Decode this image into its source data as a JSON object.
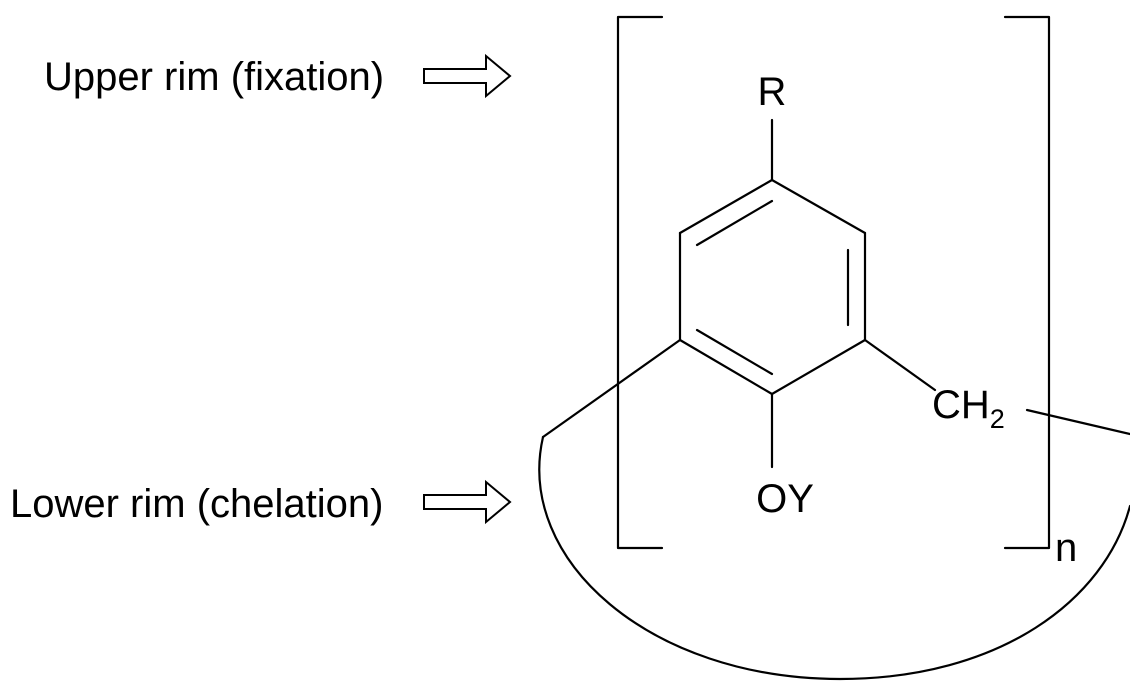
{
  "labels": {
    "upper_rim": "Upper rim (fixation)",
    "lower_rim": "Lower rim (chelation)"
  },
  "atoms": {
    "r_group": "R",
    "oxygen_group": "OY",
    "methylene_main": "CH",
    "methylene_subscript": "2",
    "repeat_subscript": "n"
  },
  "icons": {
    "upper_arrow": "hollow-right-arrow-icon",
    "lower_arrow": "hollow-right-arrow-icon"
  },
  "colors": {
    "ink": "#000000",
    "background": "#ffffff"
  }
}
